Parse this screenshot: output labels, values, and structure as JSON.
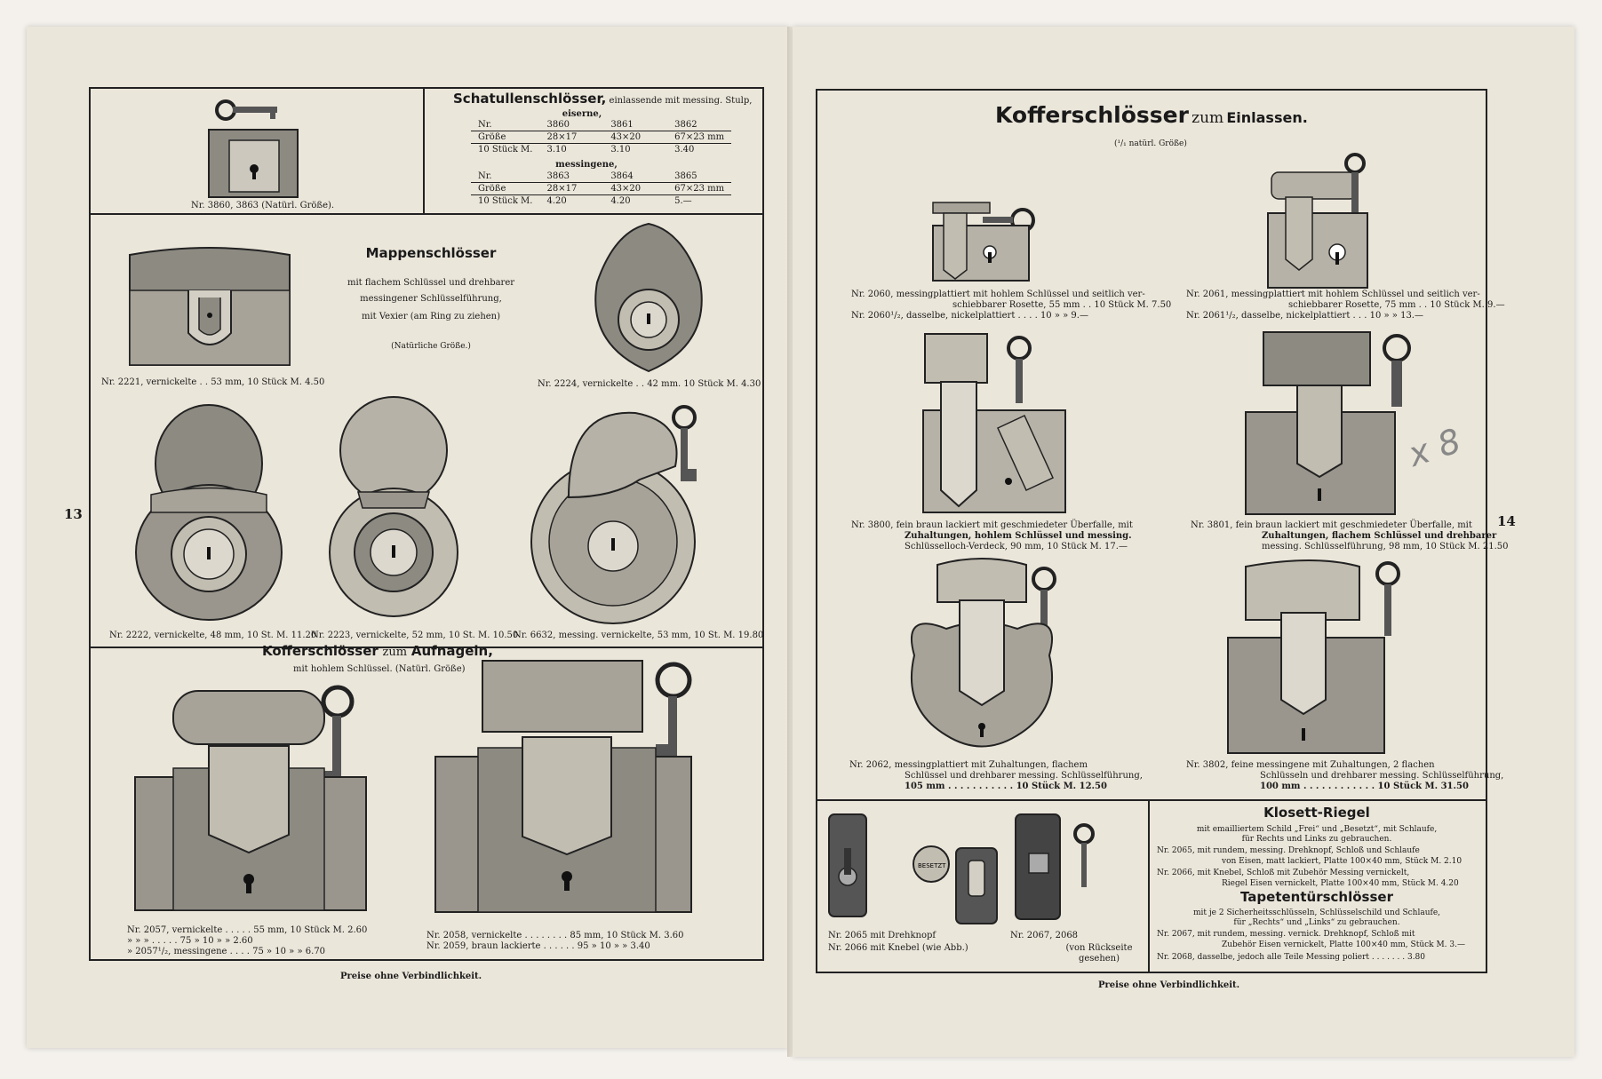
{
  "left_page": {
    "page_number": "13",
    "footer": "Preise ohne Verbindlichkeit.",
    "schatullen": {
      "title": "Schatullenschlösser,",
      "title_rest": "einlassende mit messing. Stulp,",
      "caption": "Nr. 3860, 3863 (Natürl. Größe).",
      "eiserne_label": "eiserne,",
      "messingene_label": "messingene,",
      "eiserne_rows": [
        [
          "Nr.",
          "3860",
          "3861",
          "3862"
        ],
        [
          "Größe",
          "28×17",
          "43×20",
          "67×23 mm"
        ],
        [
          "10 Stück M.",
          "3.10",
          "3.10",
          "3.40"
        ]
      ],
      "messingene_rows": [
        [
          "Nr.",
          "3863",
          "3864",
          "3865"
        ],
        [
          "Größe",
          "28×17",
          "43×20",
          "67×23 mm"
        ],
        [
          "10 Stück M.",
          "4.20",
          "4.20",
          "5.—"
        ]
      ]
    },
    "mappen": {
      "title": "Mappenschlösser",
      "line1": "mit flachem Schlüssel und drehbarer",
      "line2": "messingener Schlüsselführung,",
      "line3": "mit Vexier (am Ring zu ziehen)",
      "line4": "(Natürliche Größe.)",
      "cap_2221": "Nr. 2221, vernickelte . . 53 mm, 10 Stück M. 4.50",
      "cap_2224": "Nr. 2224, vernickelte . . 42 mm. 10 Stück M. 4.30",
      "cap_2222": "Nr. 2222, vernickelte, 48 mm, 10 St. M. 11.20",
      "cap_2223": "Nr. 2223, vernickelte, 52 mm, 10 St. M. 10.50",
      "cap_6632": "Nr. 6632, messing. vernickelte, 53 mm, 10 St. M. 19.80"
    },
    "koffer_aufnageln": {
      "title": "Kofferschlösser",
      "title_mid": "zum",
      "title_end": "Aufnageln,",
      "sub": "mit hohlem Schlüssel. (Natürl. Größe)",
      "cap_2057_a": "Nr. 2057, vernickelte . . . . . 55 mm, 10 Stück M. 2.60",
      "cap_2057_b": "» » » . . . . . 75 » 10 » » 2.60",
      "cap_2057_c": "» 2057¹/₂, messingene . . . . 75 » 10 » » 6.70",
      "cap_2058_a": "Nr. 2058, vernickelte . . . . . . . . 85 mm, 10 Stück M. 3.60",
      "cap_2058_b": "Nr. 2059, braun lackierte . . . . . . 95 » 10 » » 3.40"
    }
  },
  "right_page": {
    "page_number": "14",
    "footer": "Preise ohne Verbindlichkeit.",
    "title_main": "Kofferschlösser",
    "title_mid": "zum",
    "title_end": "Einlassen.",
    "title_sub": "(¹/₁ natürl. Größe)",
    "cap_2060_a": "Nr. 2060, messingplattiert mit hohlem Schlüssel und seitlich ver-",
    "cap_2060_b": "schiebbarer Rosette, 55 mm . . 10 Stück M. 7.50",
    "cap_2060_c": "Nr. 2060¹/₂, dasselbe, nickelplattiert . . . . 10 » » 9.—",
    "cap_2061_a": "Nr. 2061, messingplattiert mit hohlem Schlüssel und seitlich ver-",
    "cap_2061_b": "schiebbarer Rosette, 75 mm . . 10 Stück M. 9.—",
    "cap_2061_c": "Nr. 2061¹/₂, dasselbe, nickelplattiert . . . 10 » » 13.—",
    "cap_3800_a": "Nr. 3800, fein braun lackiert mit geschmiedeter Überfalle, mit",
    "cap_3800_b": "Zuhaltungen, hohlem Schlüssel und messing.",
    "cap_3800_c": "Schlüsselloch-Verdeck, 90 mm, 10 Stück M. 17.—",
    "cap_3801_a": "Nr. 3801, fein braun lackiert mit geschmiedeter Überfalle, mit",
    "cap_3801_b": "Zuhaltungen, flachem Schlüssel und drehbarer",
    "cap_3801_c": "messing. Schlüsselführung, 98 mm, 10 Stück M. 21.50",
    "cap_2062_a": "Nr. 2062, messingplattiert mit Zuhaltungen, flachem",
    "cap_2062_b": "Schlüssel und drehbarer messing. Schlüsselführung,",
    "cap_2062_c": "105 mm . . . . . . . . . . . 10 Stück M. 12.50",
    "cap_3802_a": "Nr. 3802, feine messingene mit Zuhaltungen, 2 flachen",
    "cap_3802_b": "Schlüsseln und drehbarer messing. Schlüsselführung,",
    "cap_3802_c": "100 mm . . . . . . . . . . . . 10 Stück M. 31.50",
    "cap_2065_a": "Nr. 2065 mit Drehknopf",
    "cap_2065_b": "Nr. 2066 mit Knebel (wie Abb.)",
    "cap_2067": "Nr. 2067, 2068",
    "cap_back_a": "(von Rückseite",
    "cap_back_b": "gesehen)",
    "badge_text": "BESETZT",
    "pencil_note": "x 8",
    "klosett": {
      "title": "Klosett-Riegel",
      "l1": "mit emailliertem Schild „Frei“ und „Besetzt“, mit Schlaufe,",
      "l2": "für Rechts und Links zu gebrauchen.",
      "l3": "Nr. 2065, mit rundem, messing. Drehknopf, Schloß und Schlaufe",
      "l4": "von Eisen, matt lackiert, Platte 100×40 mm, Stück M. 2.10",
      "l5": "Nr. 2066, mit Knebel, Schloß mit Zubehör Messing vernickelt,",
      "l6": "Riegel Eisen vernickelt, Platte 100×40 mm, Stück M. 4.20"
    },
    "tapeten": {
      "title": "Tapetentürschlösser",
      "l1": "mit je 2 Sicherheitsschlüsseln, Schlüsselschild und Schlaufe,",
      "l2": "für „Rechts“ und „Links“ zu gebrauchen.",
      "l3": "Nr. 2067, mit rundem, messing. vernick. Drehknopf, Schloß mit",
      "l4": "Zubehör Eisen vernickelt, Platte 100×40 mm, Stück M. 3.—",
      "l5": "Nr. 2068, dasselbe, jedoch alle Teile Messing poliert . . . . . . . 3.80"
    }
  }
}
